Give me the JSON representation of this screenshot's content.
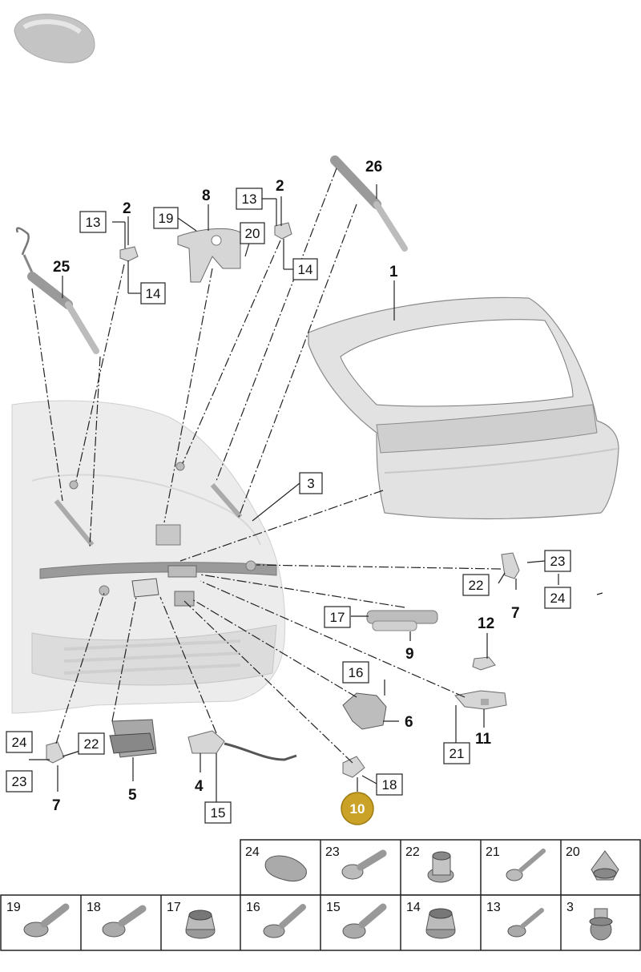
{
  "callouts": {
    "c26": "26",
    "c2a": "2",
    "c2b": "2",
    "c8": "8",
    "c25": "25",
    "c1": "1",
    "c12": "12",
    "c7a": "7",
    "c7b": "7",
    "c9": "9",
    "c6": "6",
    "c11": "11",
    "c5": "5",
    "c4": "4",
    "c10": "10",
    "b13a": "13",
    "b14a": "14",
    "b19": "19",
    "b20": "20",
    "b13b": "13",
    "b14b": "14",
    "b3": "3",
    "b23a": "23",
    "b22a": "22",
    "b24a": "24",
    "b17": "17",
    "b16": "16",
    "b21": "21",
    "b24b": "24",
    "b22b": "22",
    "b23b": "23",
    "b18": "18",
    "b15": "15"
  },
  "highlight_color": "#c9a227",
  "fastener_table": {
    "top_row": [
      "24",
      "23",
      "22",
      "21",
      "20"
    ],
    "bottom_row": [
      "19",
      "18",
      "17",
      "16",
      "15",
      "14",
      "13",
      "3"
    ]
  }
}
